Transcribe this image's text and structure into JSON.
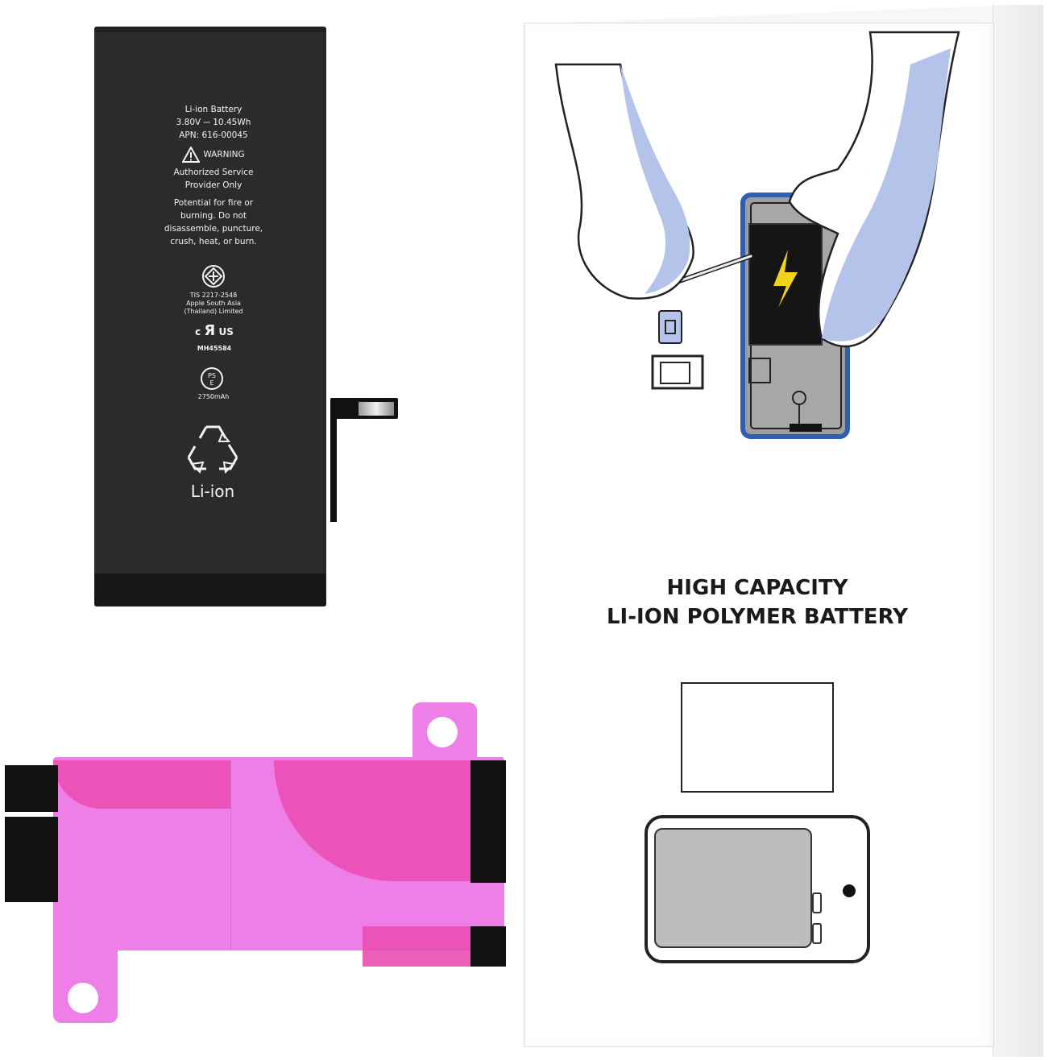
{
  "battery": {
    "label_lines": [
      "Li-ion Battery",
      "3.80V ⎓ 10.45Wh",
      "APN: 616-00045"
    ],
    "warning_label": "WARNING",
    "service_lines": [
      "Authorized Service",
      "Provider Only"
    ],
    "hazard_lines": [
      "Potential for fire or",
      "burning. Do not",
      "disassemble, puncture,",
      "crush, heat, or burn."
    ],
    "tis_lines": [
      "TIS 2217-2548",
      "Apple South Asia",
      "(Thailand) Limited"
    ],
    "ul_left": "c",
    "ul_right": "US",
    "ul_code": "MH45584",
    "pse_mark": "PS E",
    "capacity": "2750mAh",
    "recycle_label": "Li-ion",
    "colors": {
      "body": "#2b2b2b",
      "text": "#f2f2f2"
    }
  },
  "box": {
    "title_line1": "HIGH CAPACITY",
    "title_line2": "LI-ION POLYMER BATTERY",
    "colors": {
      "background": "#ffffff",
      "accent": "#2f5fb5",
      "bolt": "#f5d21a"
    }
  },
  "adhesive": {
    "colors": {
      "pink": "#ef7fe8",
      "magenta": "#ea4fb4",
      "tab": "#111111"
    }
  }
}
